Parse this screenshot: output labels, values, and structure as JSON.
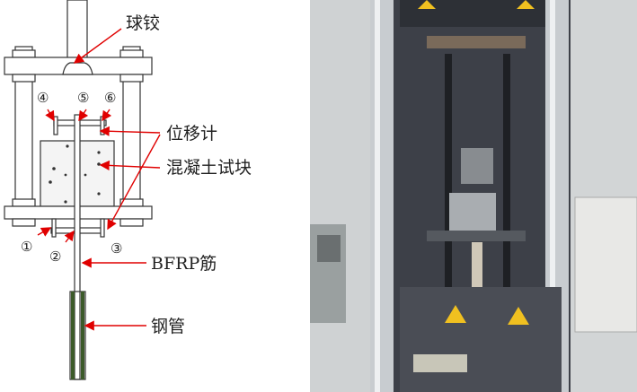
{
  "diagram": {
    "labels": {
      "ball_joint": "球铰",
      "displacement_gauge": "位移计",
      "concrete_specimen": "混凝土试块",
      "bfrp_bar": "BFRP筋",
      "steel_tube": "钢管"
    },
    "gauge_numbers": [
      "①",
      "②",
      "③",
      "④",
      "⑤",
      "⑥"
    ],
    "colors": {
      "arrow": "#e00000",
      "line": "#333333",
      "tube": "#3c5a2a"
    }
  },
  "photo": {
    "colors": {
      "cover": "#3d4048",
      "column": "#c8ccd0",
      "wall": "#d9dcdc"
    }
  }
}
